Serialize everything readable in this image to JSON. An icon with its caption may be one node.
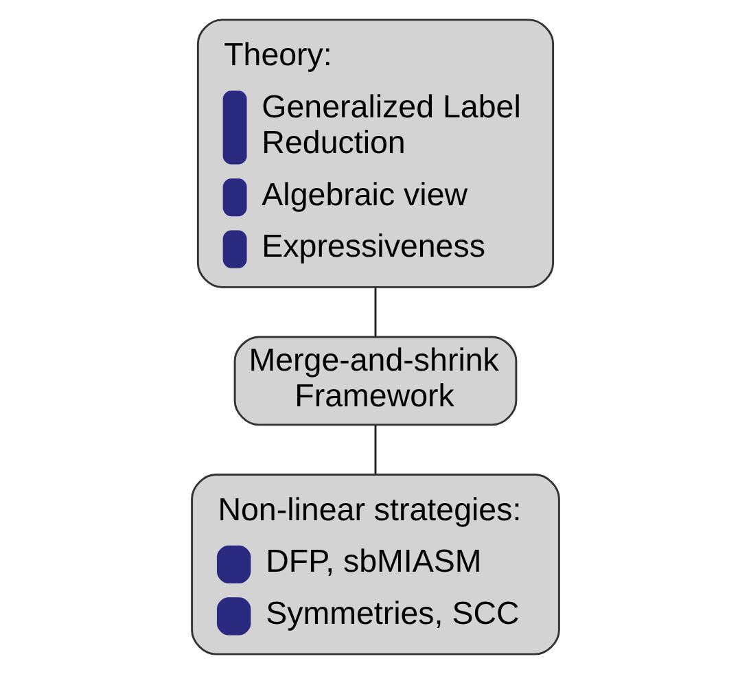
{
  "diagram": {
    "nodes": [
      {
        "text": [
          "Theory:",
          "Generalized Label Reduction",
          "Algebraic view",
          "Expressiveness"
        ]
      },
      {
        "text": [
          "Merge-and-shrink Framework"
        ]
      },
      {
        "text": [
          "Non-linear strategies:",
          "DFP, sbMIASM",
          "Symmetries, SCC"
        ]
      }
    ],
    "edges": [
      {
        "from": 0,
        "to": 1,
        "arrow": "none"
      },
      {
        "from": 1,
        "to": 2,
        "arrow": "none"
      }
    ]
  }
}
